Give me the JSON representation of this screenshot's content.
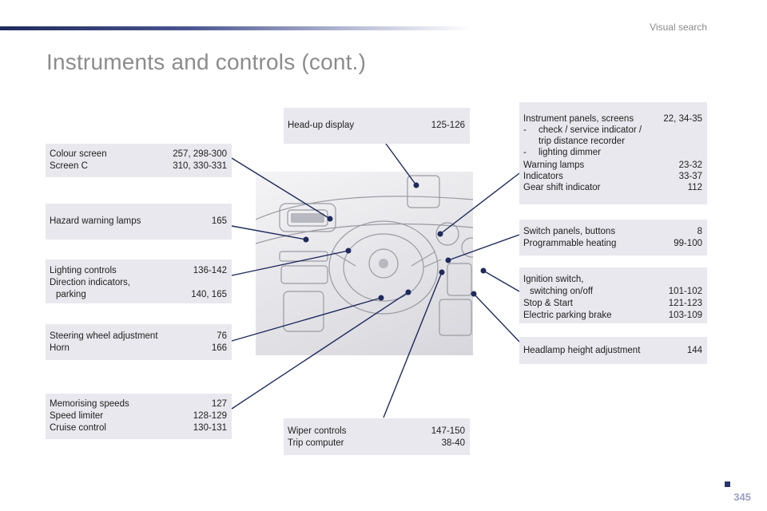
{
  "header": {
    "section": "Visual search",
    "title": "Instruments and controls (cont.)"
  },
  "callouts": {
    "colour_screen": {
      "rows": [
        {
          "label": "Colour screen",
          "pages": "257, 298-300"
        },
        {
          "label": "Screen C",
          "pages": "310, 330-331"
        }
      ]
    },
    "hazard": {
      "rows": [
        {
          "label": "Hazard warning lamps",
          "pages": "165"
        }
      ]
    },
    "lighting": {
      "line1": "Lighting controls",
      "pages1": "136-142",
      "line2": "Direction indicators,",
      "line3": "parking",
      "pages3": "140, 165"
    },
    "steering": {
      "rows": [
        {
          "label": "Steering wheel adjustment",
          "pages": "76"
        },
        {
          "label": "Horn",
          "pages": "166"
        }
      ]
    },
    "speeds": {
      "rows": [
        {
          "label": "Memorising speeds",
          "pages": "127"
        },
        {
          "label": "Speed limiter",
          "pages": "128-129"
        },
        {
          "label": "Cruise control",
          "pages": "130-131"
        }
      ]
    },
    "hud": {
      "rows": [
        {
          "label": "Head-up display",
          "pages": "125-126"
        }
      ]
    },
    "wiper": {
      "rows": [
        {
          "label": "Wiper controls",
          "pages": "147-150"
        },
        {
          "label": "Trip computer",
          "pages": "38-40"
        }
      ]
    },
    "instrument": {
      "title": "Instrument panels, screens",
      "title_pages": "22, 34-35",
      "sub1_dash": "-",
      "sub1": "check / service indicator /",
      "sub1b": "trip distance recorder",
      "sub2_dash": "-",
      "sub2": "lighting dimmer",
      "rows": [
        {
          "label": "Warning lamps",
          "pages": "23-32"
        },
        {
          "label": "Indicators",
          "pages": "33-37"
        },
        {
          "label": "Gear shift indicator",
          "pages": "112"
        }
      ]
    },
    "switch": {
      "rows": [
        {
          "label": "Switch panels, buttons",
          "pages": "8"
        },
        {
          "label": "Programmable heating",
          "pages": "99-100"
        }
      ]
    },
    "ignition": {
      "line1": "Ignition switch,",
      "line2": "switching on/off",
      "pages2": "101-102",
      "rows": [
        {
          "label": "Stop & Start",
          "pages": "121-123"
        },
        {
          "label": "Electric parking brake",
          "pages": "103-109"
        }
      ]
    },
    "headlamp": {
      "rows": [
        {
          "label": "Headlamp height adjustment",
          "pages": "144"
        }
      ]
    }
  },
  "footer": {
    "page_number": "345"
  },
  "colors": {
    "accent": "#1f2a5c",
    "box": "#e8e8ee",
    "title": "#8c8c8c"
  }
}
